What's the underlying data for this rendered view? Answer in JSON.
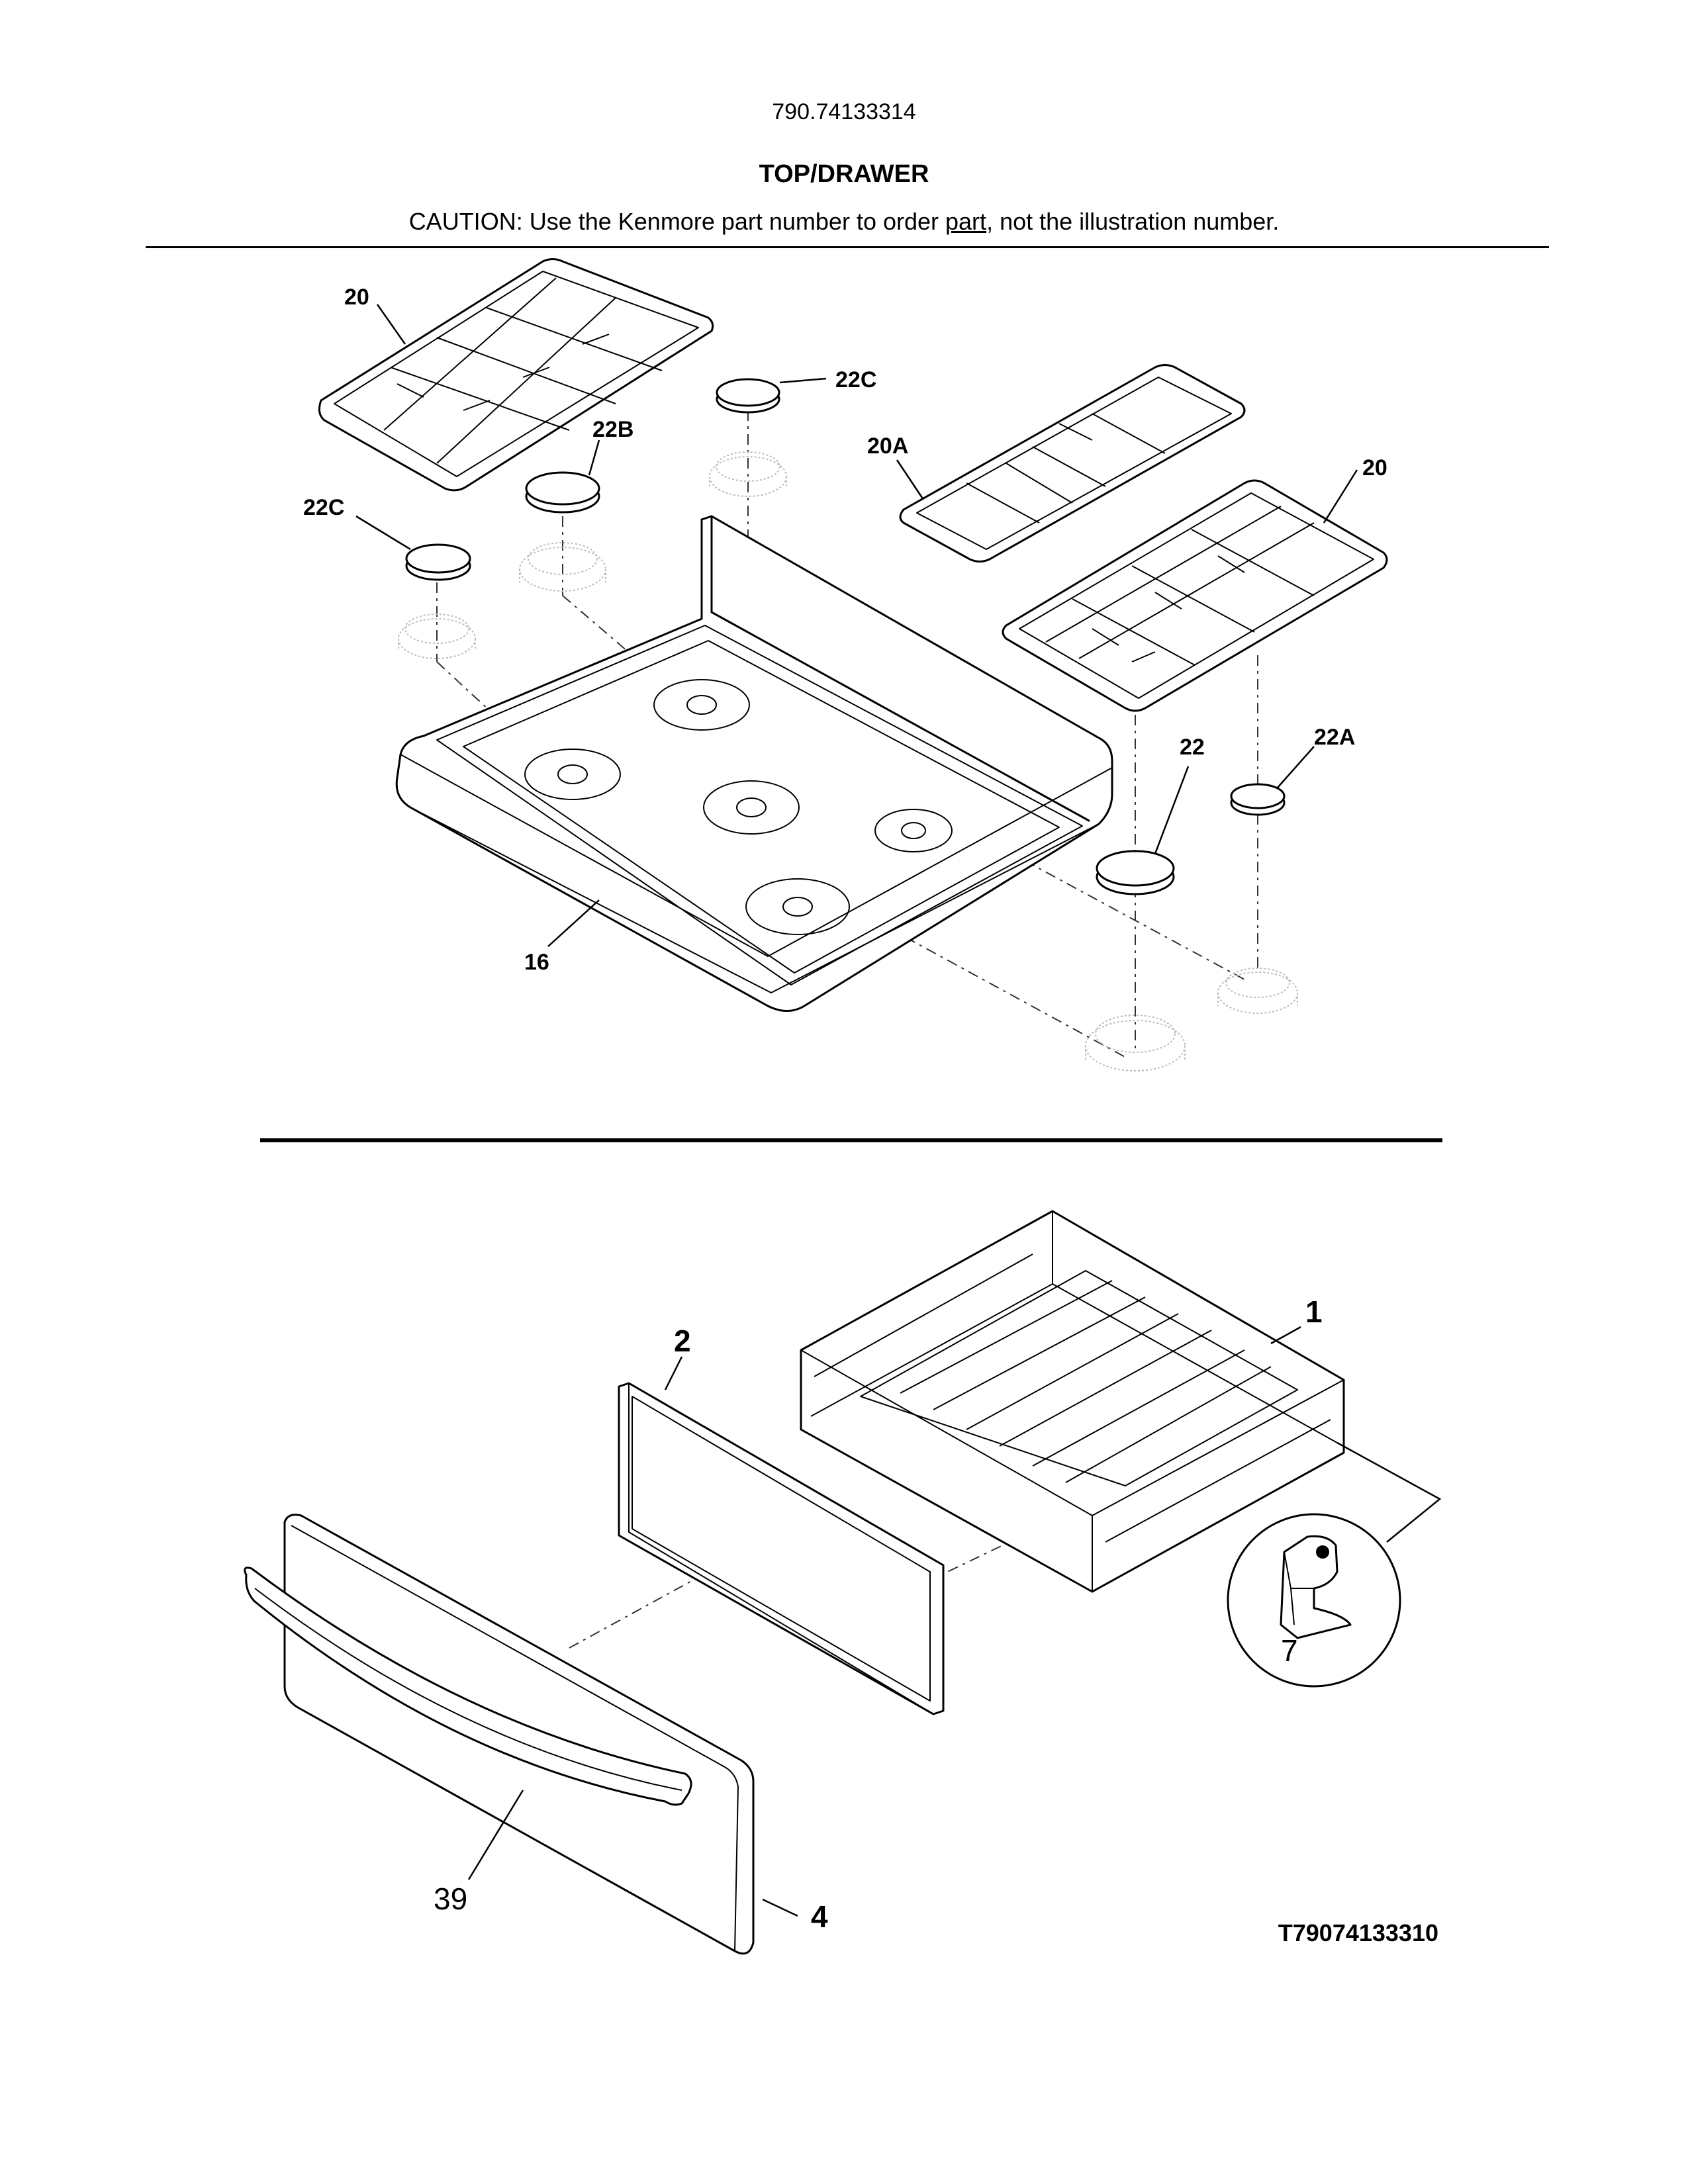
{
  "header": {
    "model_number": "790.74133314",
    "section_title": "TOP/DRAWER",
    "caution_before": "CAUTION: Use the Kenmore part number to order ",
    "caution_link": "part",
    "caution_after": ", not the illustration number."
  },
  "callouts": {
    "grate_left": "20",
    "cap_left": "22C",
    "cap_mid": "22B",
    "cap_rear": "22C",
    "grate_center": "20A",
    "grate_right": "20",
    "cap_large": "22",
    "cap_small": "22A",
    "cooktop": "16",
    "drawer_body": "1",
    "drawer_liner": "2",
    "glide_clip": "7",
    "handle": "39",
    "drawer_front": "4"
  },
  "diagram_id": "T79074133310"
}
